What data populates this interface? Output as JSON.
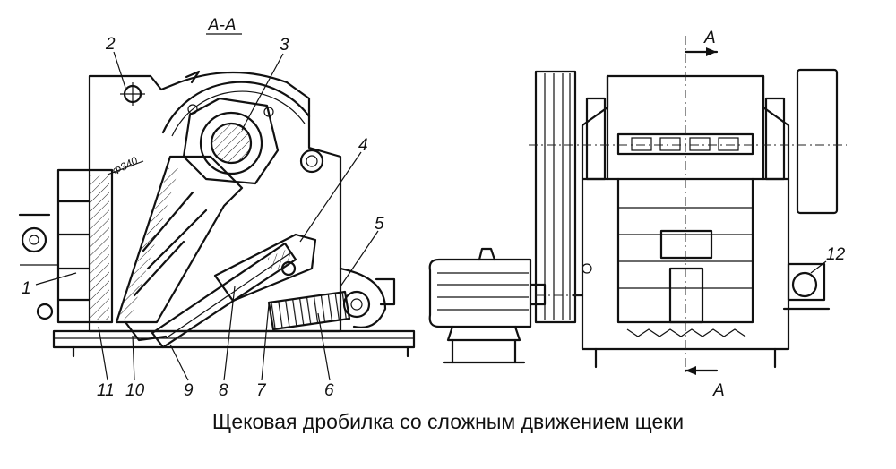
{
  "caption": "Щековая дробилка со сложным движением щеки",
  "section_title": "А-А",
  "section_mark": "А",
  "diameter_label": "Φ340",
  "part_labels": [
    "1",
    "2",
    "3",
    "4",
    "5",
    "6",
    "7",
    "8",
    "9",
    "10",
    "11",
    "12"
  ],
  "colors": {
    "ink": "#111111",
    "background": "#ffffff"
  }
}
